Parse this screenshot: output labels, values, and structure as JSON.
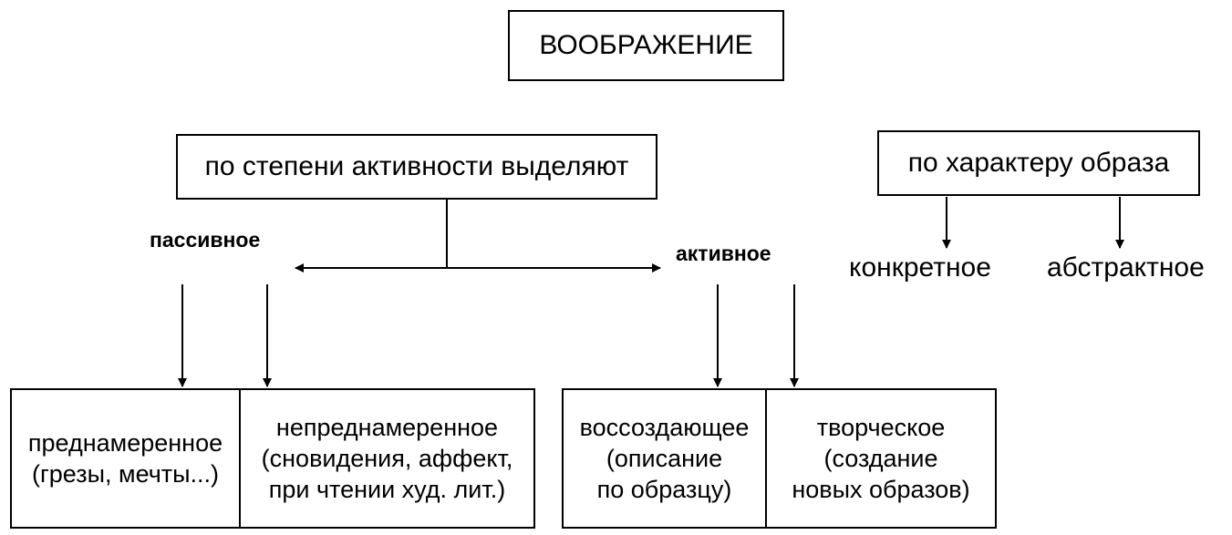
{
  "title": "ВООБРАЖЕНИЕ",
  "activity": {
    "header": "по степени активности выделяют",
    "passive": {
      "label": "пассивное",
      "items": [
        {
          "lines": [
            "преднамеренное",
            "(грезы, мечты...)"
          ]
        },
        {
          "lines": [
            "непреднамеренное",
            "(сновидения, аффект,",
            "при чтении худ. лит.)"
          ]
        }
      ]
    },
    "active": {
      "label": "активное",
      "items": [
        {
          "lines": [
            "воссоздающее",
            "(описание",
            "по образцу)"
          ]
        },
        {
          "lines": [
            "творческое",
            "(создание",
            "новых образов)"
          ]
        }
      ]
    }
  },
  "image_character": {
    "header": "по характеру образа",
    "items": [
      "конкретное",
      "абстрактное"
    ]
  }
}
